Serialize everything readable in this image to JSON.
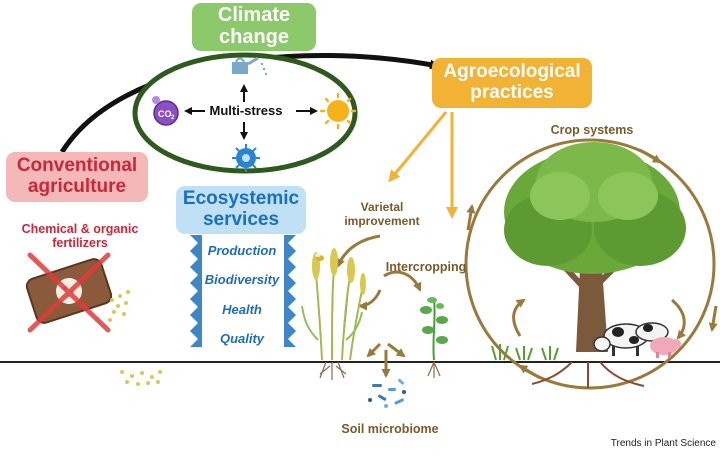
{
  "boxes": {
    "climate": {
      "line1": "Climate",
      "line2": "change",
      "fill": "#8cc96a",
      "text_color": "#ffffff"
    },
    "agro": {
      "line1": "Agroecological",
      "line2": "practices",
      "fill": "#f2b233",
      "text_color": "#ffffff"
    },
    "conventional": {
      "line1": "Conventional",
      "line2": "agriculture",
      "fill": "#f4b8b8",
      "text_color": "#c8283a"
    },
    "ecosystemic": {
      "line1": "Ecosystemic",
      "line2": "services",
      "fill": "#bfe0f5",
      "text_color": "#1a6fc0"
    }
  },
  "multistress": {
    "label": "Multi-stress",
    "co2": "CO",
    "co2_sub": "2"
  },
  "services": [
    "Production",
    "Biodiversity",
    "Health",
    "Quality"
  ],
  "labels": {
    "fertilizers_line1": "Chemical & organic",
    "fertilizers_line2": "fertilizers",
    "varietal_line1": "Varietal",
    "varietal_line2": "improvement",
    "intercropping": "Intercropping",
    "crop_systems": "Crop systems",
    "soil_microbiome": "Soil microbiome",
    "journal": "Trends in Plant Science"
  },
  "colors": {
    "arrow_black": "#111111",
    "ellipse_green": "#2f5a1e",
    "brown": "#9a7a3a",
    "orange": "#f2b233",
    "service_blue": "#1f6db8",
    "fert_red": "#c8283a",
    "ground": "#222222"
  }
}
